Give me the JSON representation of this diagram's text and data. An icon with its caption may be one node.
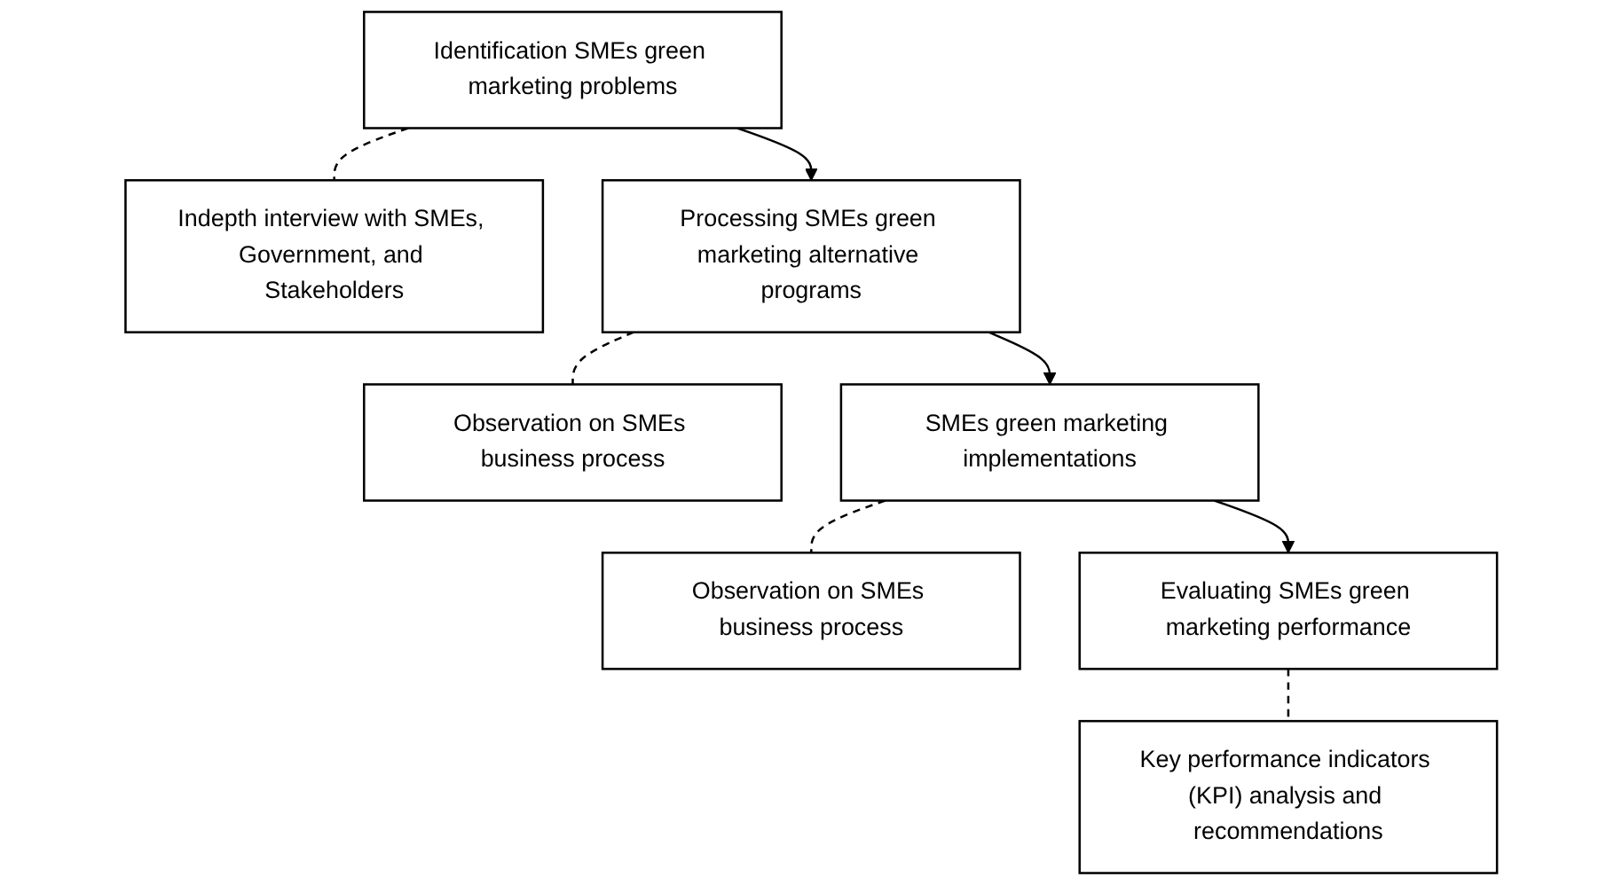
{
  "diagram": {
    "nodes": [
      {
        "text": [
          "Identification SMEs green marketing problems"
        ]
      },
      {
        "text": [
          "Indepth interview with SMEs, Government, and Stakeholders"
        ]
      },
      {
        "text": [
          "Processing SMEs green marketing alternative programs"
        ]
      },
      {
        "text": [
          "Observation on SMEs business process"
        ]
      },
      {
        "text": [
          "SMEs green marketing implementations"
        ]
      },
      {
        "text": [
          "Observation on SMEs business process"
        ]
      },
      {
        "text": [
          "Evaluating SMEs green marketing performance"
        ]
      },
      {
        "text": [
          "Key performance indicators (KPI) analysis and recommendations"
        ]
      }
    ],
    "edges": [
      {
        "from": 0,
        "to": 2,
        "arrow": "to"
      },
      {
        "from": 2,
        "to": 4,
        "arrow": "to"
      },
      {
        "from": 4,
        "to": 6,
        "arrow": "to"
      },
      {
        "from": 0,
        "to": 1,
        "arrow": "none",
        "style": "dashed"
      },
      {
        "from": 2,
        "to": 3,
        "arrow": "none",
        "style": "dashed"
      },
      {
        "from": 4,
        "to": 5,
        "arrow": "none",
        "style": "dashed"
      },
      {
        "from": 6,
        "to": 7,
        "arrow": "none",
        "style": "dashed"
      }
    ]
  }
}
